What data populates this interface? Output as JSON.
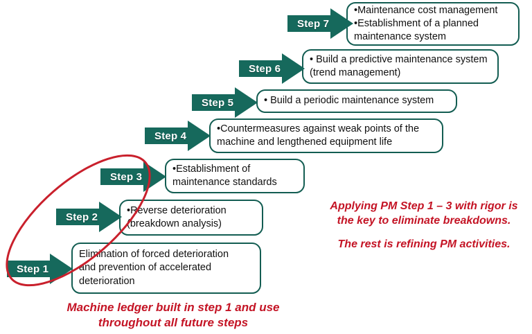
{
  "diagram": {
    "title": "PM Step Ladder",
    "accent_color": "#16695c",
    "box_border_color": "#135d52",
    "note_color": "#c41425",
    "text_color": "#101010",
    "steps": [
      {
        "id": "step-7",
        "label": "Step 7",
        "text": "•Maintenance cost management\n•Establishment of a planned\nmaintenance system"
      },
      {
        "id": "step-6",
        "label": "Step 6",
        "text": "• Build a predictive maintenance system\n(trend management)"
      },
      {
        "id": "step-5",
        "label": "Step 5",
        "text": "• Build a periodic maintenance system"
      },
      {
        "id": "step-4",
        "label": "Step 4",
        "text": "•Countermeasures against weak points of the\nmachine and lengthened equipment life"
      },
      {
        "id": "step-3",
        "label": "Step 3",
        "text": "•Establishment of\nmaintenance standards"
      },
      {
        "id": "step-2",
        "label": "Step 2",
        "text": "•Reverse deterioration\n(breakdown analysis)"
      },
      {
        "id": "step-1",
        "label": "Step 1",
        "text": "Elimination of forced deterioration\nand prevention of accelerated\ndeterioration"
      }
    ],
    "annotations": {
      "right_note_line1": "Applying PM Step 1 – 3 with rigor is",
      "right_note_line2": "the key to eliminate breakdowns.",
      "right_note_line3": "The rest is refining PM activities.",
      "bottom_note_line1": "Machine ledger built in step 1 and use",
      "bottom_note_line2": "throughout all future steps"
    },
    "highlight": {
      "name": "red-ellipse-highlight",
      "encircles": "Step 1 – Step 3"
    }
  }
}
